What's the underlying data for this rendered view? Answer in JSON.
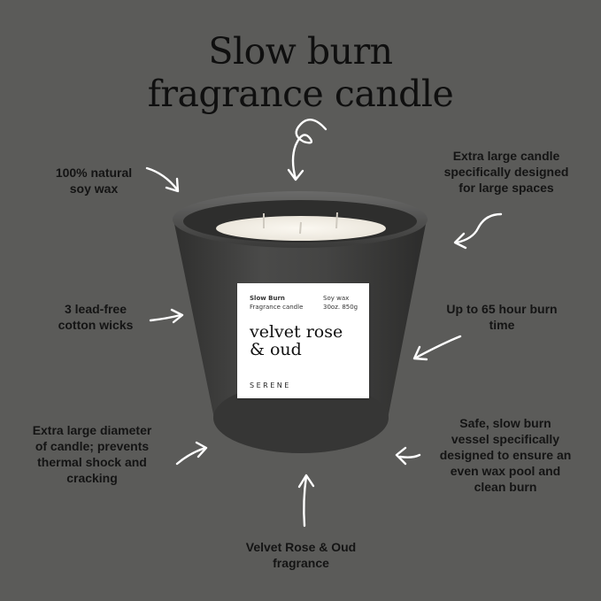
{
  "title": {
    "line1": "Slow burn",
    "line2": "fragrance candle"
  },
  "callouts": {
    "soy_wax": "100% natural soy wax",
    "large_candle": "Extra large candle specifically designed for large spaces",
    "wicks": "3 lead-free cotton wicks",
    "burn_time": "Up to 65 hour burn time",
    "diameter": "Extra large diameter of candle; prevents thermal shock and cracking",
    "vessel": "Safe, slow burn vessel specifically designed to ensure an even wax pool and clean burn",
    "fragrance": "Velvet Rose & Oud fragrance"
  },
  "label": {
    "top_left_1": "Slow Burn",
    "top_left_2": "Fragrance candle",
    "top_right_1": "Soy wax",
    "top_right_2": "30oz. 850g",
    "name_line1": "velvet rose",
    "name_line2": "& oud",
    "brand": "SERENE"
  },
  "colors": {
    "background": "#5b5b59",
    "vessel": "#3f3f3e",
    "wax": "#f4f1ea",
    "arrow": "#ffffff",
    "text": "#141414"
  },
  "icons": [
    "arrow-icon"
  ]
}
